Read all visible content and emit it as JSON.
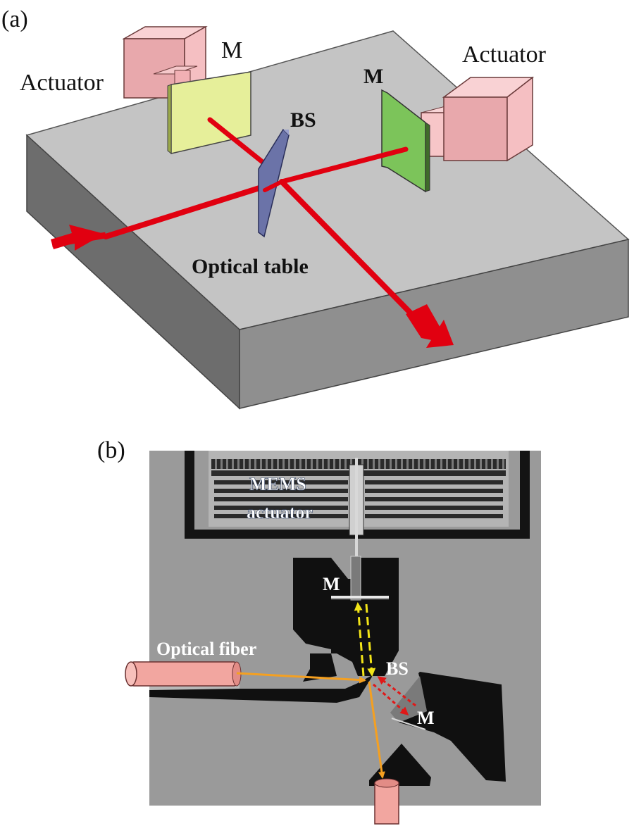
{
  "panel_a": {
    "panel_label": "(a)",
    "label_actuator_left": "Actuator",
    "label_mirror_left": "M",
    "label_mirror_right": "M",
    "label_actuator_right": "Actuator",
    "label_beam_splitter": "BS",
    "label_optical_table": "Optical table",
    "colors": {
      "table_top": "#c4c4c4",
      "table_front": "#6d6d6d",
      "table_side": "#8f8f8f",
      "actuator": "#f5bfc2",
      "mirror_left": "#e6ef9a",
      "mirror_right": "#7cc45a",
      "beam_splitter": "#6b73a8",
      "laser": "#e10010"
    }
  },
  "panel_b": {
    "panel_label": "(b)",
    "label_mems_actuator_line1": "MEMS",
    "label_mems_actuator_line2": "actuator",
    "label_mirror_top": "M",
    "label_optical_fiber": "Optical fiber",
    "label_beam_splitter": "BS",
    "label_mirror_right": "M",
    "colors": {
      "substrate": "#9a9a9a",
      "trench": "#101010",
      "fiber": "#f2a6a0",
      "beam_orange": "#f5a020",
      "beam_yellow": "#f2e418",
      "beam_red": "#e01818"
    }
  }
}
